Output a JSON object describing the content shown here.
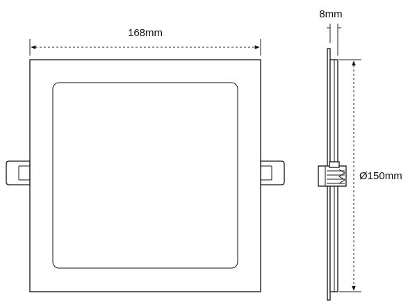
{
  "dimensions": {
    "width_label": "168mm",
    "thickness_label": "8mm",
    "diameter_label": "Ø150mm"
  },
  "colors": {
    "line": "#111111",
    "background": "#ffffff"
  }
}
